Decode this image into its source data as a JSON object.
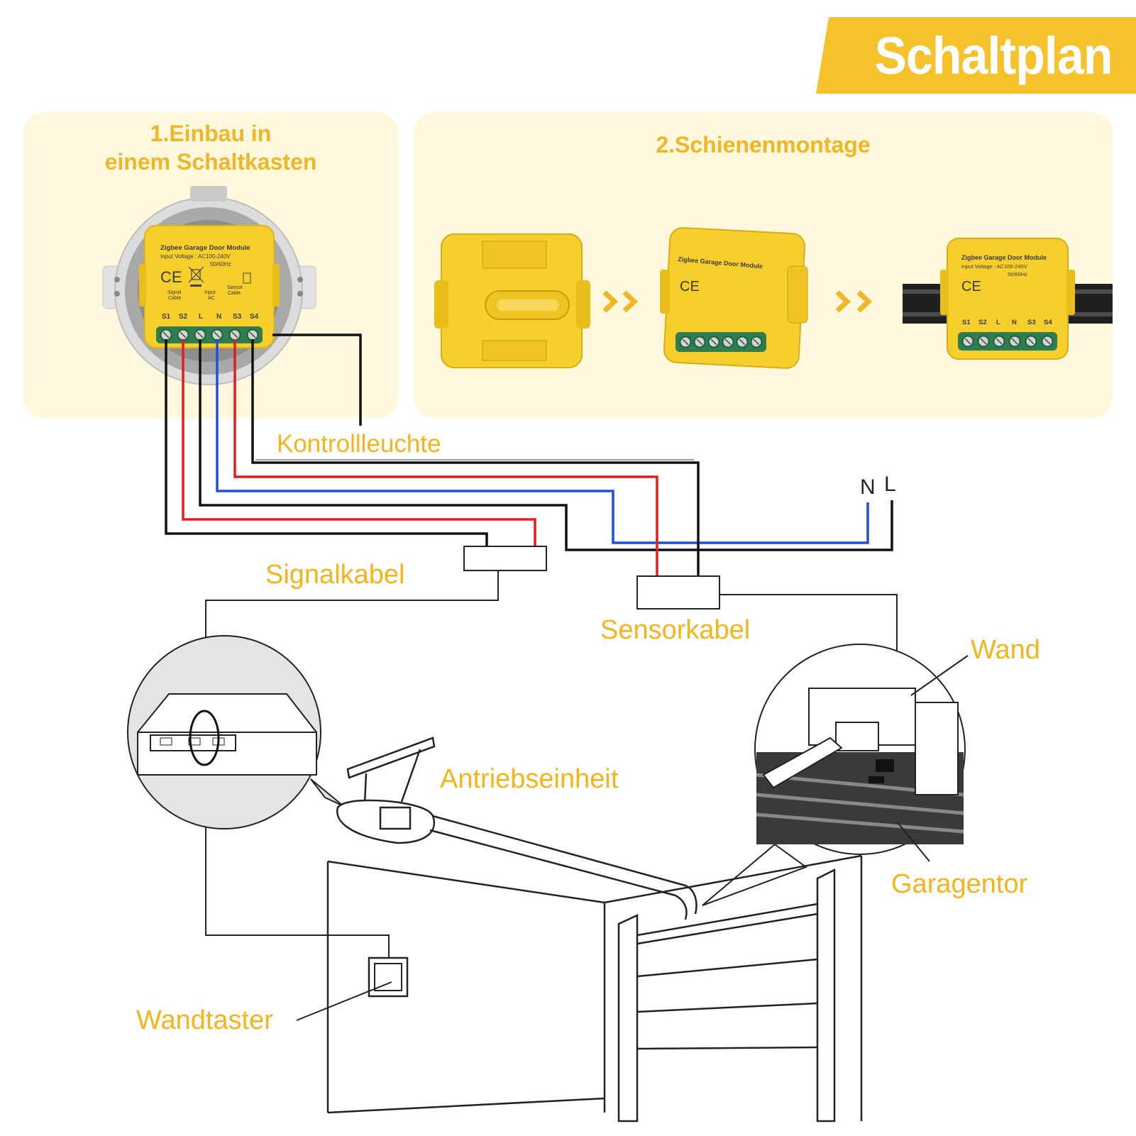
{
  "banner": {
    "title": "Schaltplan"
  },
  "panels": {
    "panel1_title_line1": "1.Einbau in",
    "panel1_title_line2": "einem Schaltkasten",
    "panel2_title": "2.Schienenmontage"
  },
  "module": {
    "name": "Zigbee Garage Door Module",
    "voltage": "Input Voltage : AC100-240V",
    "frequency": "50/60Hz",
    "ce": "CE",
    "signal_cable_1": "Signal",
    "signal_cable_2": "Cable",
    "input_ac_1": "Input",
    "input_ac_2": "AC",
    "sensor_cable_1": "Sansot",
    "sensor_cable_2": "Cable",
    "terminals": [
      "S1",
      "S2",
      "L",
      "N",
      "S3",
      "S4"
    ]
  },
  "labels": {
    "kontrollleuchte": "Kontrollleuchte",
    "signalkabel": "Signalkabel",
    "sensorkabel": "Sensorkabel",
    "wand": "Wand",
    "antriebseinheit": "Antriebseinheit",
    "garagentor": "Garagentor",
    "wandtaster": "Wandtaster",
    "n": "N",
    "l": "L"
  },
  "colors": {
    "accent_yellow": "#f4b41a",
    "banner_yellow": "#f5c22c",
    "panel_bg": "#fff8dc",
    "module_yellow": "#f7cf2c",
    "terminal_green": "#2e7d4f",
    "wire_black": "#111111",
    "wire_red": "#e11e1e",
    "wire_blue": "#1e4fd6"
  },
  "icons": [
    "arrow-right-double-icon",
    "ce-mark-icon",
    "wheelie-bin-icon"
  ]
}
